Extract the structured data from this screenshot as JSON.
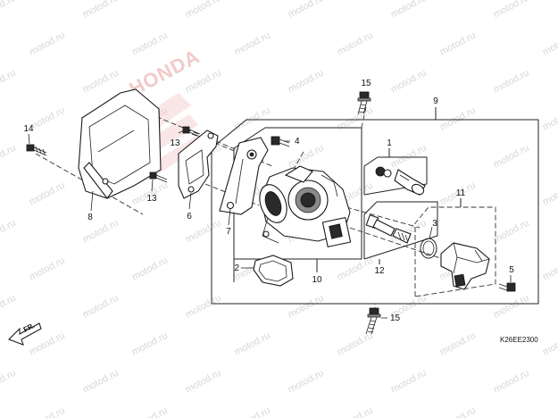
{
  "watermark": {
    "text": "motod.ru",
    "logo_text": "HONDA"
  },
  "callouts": {
    "c1": "1",
    "c2": "2",
    "c3": "3",
    "c4": "4",
    "c5": "5",
    "c6": "6",
    "c7": "7",
    "c8": "8",
    "c9": "9",
    "c10": "10",
    "c11": "11",
    "c12": "12",
    "c13a": "13",
    "c13b": "13",
    "c14": "14",
    "c15a": "15",
    "c15b": "15"
  },
  "direction_label": "FR.",
  "diagram_code": "K26EE2300"
}
